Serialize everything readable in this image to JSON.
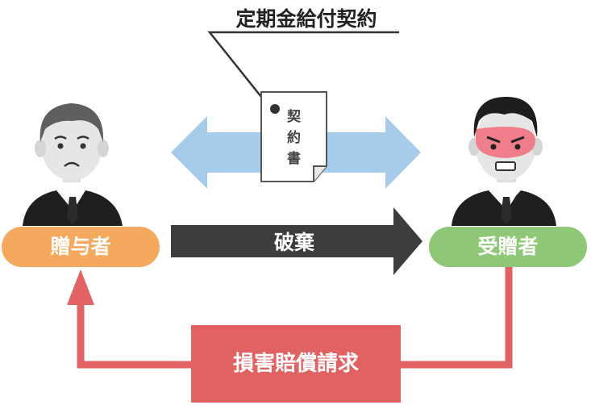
{
  "contract_title": "定期金給付契約",
  "document_text": [
    "契",
    "約",
    "書"
  ],
  "giver_label": "贈与者",
  "receiver_label": "受贈者",
  "breach_label": "破棄",
  "damages_label": "損害賠償請求",
  "colors": {
    "giver": "#f5a95f",
    "receiver": "#8ec775",
    "agreement_arrow": "#a7cbea",
    "breach_arrow": "#3d3d3d",
    "damages": "#e06262"
  }
}
